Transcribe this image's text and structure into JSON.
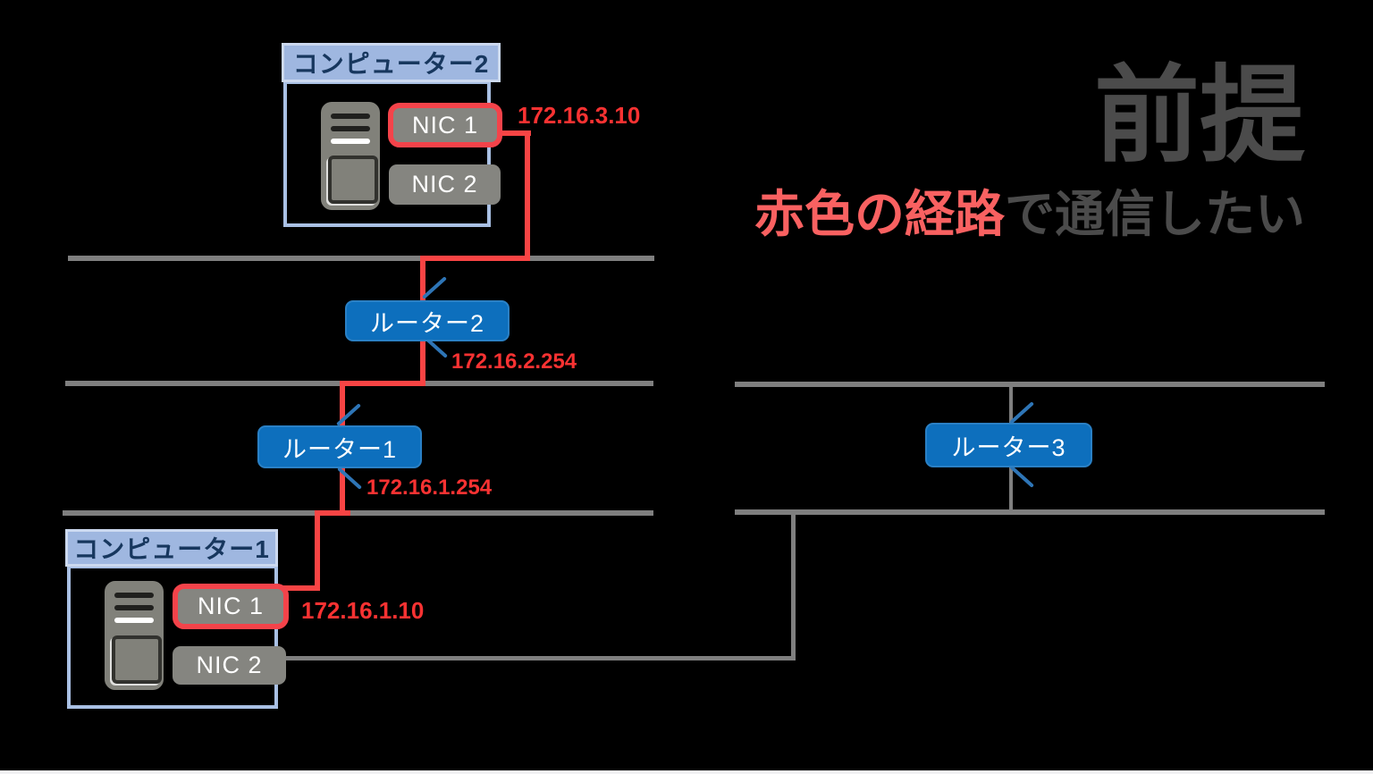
{
  "heading": {
    "title": "前提",
    "subtitle_highlight": "赤色の経路",
    "subtitle_rest": "で通信したい"
  },
  "computer2": {
    "title": "コンピューター2",
    "nic1_label": "NIC 1",
    "nic2_label": "NIC 2",
    "nic1_ip": "172.16.3.10"
  },
  "computer1": {
    "title": "コンピューター1",
    "nic1_label": "NIC 1",
    "nic2_label": "NIC 2",
    "nic1_ip": "172.16.1.10"
  },
  "router2": {
    "label": "ルーター2",
    "ip": "172.16.2.254"
  },
  "router1": {
    "label": "ルーター1",
    "ip": "172.16.1.254"
  },
  "router3": {
    "label": "ルーター3"
  },
  "colors": {
    "background": "#000000",
    "network_line_gray": "#7f7f7f",
    "route_red": "#f84444",
    "router_blue": "#0d6fbd",
    "computer_frame_blue": "#a9c0e4",
    "computer_header_blue": "#9fb7e0",
    "computer_header_text": "#17375e",
    "nic_gray": "#858580",
    "nic_highlight_border_red": "#f4434a",
    "ip_text_red": "#f93232",
    "heading_gray": "#4b4b4b",
    "heading_red": "#f96161",
    "connector_tick_blue": "#2e75b6"
  }
}
